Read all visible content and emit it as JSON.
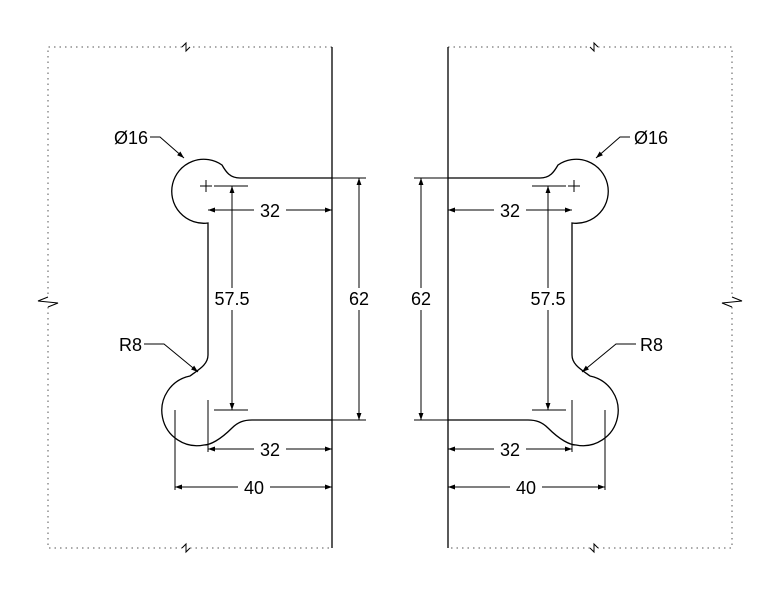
{
  "drawing": {
    "labels": {
      "diameter": "Ø16",
      "radius": "R8",
      "width_inner": "32",
      "width_outer": "40",
      "height_inner": "57.5",
      "height_outer": "62"
    }
  }
}
